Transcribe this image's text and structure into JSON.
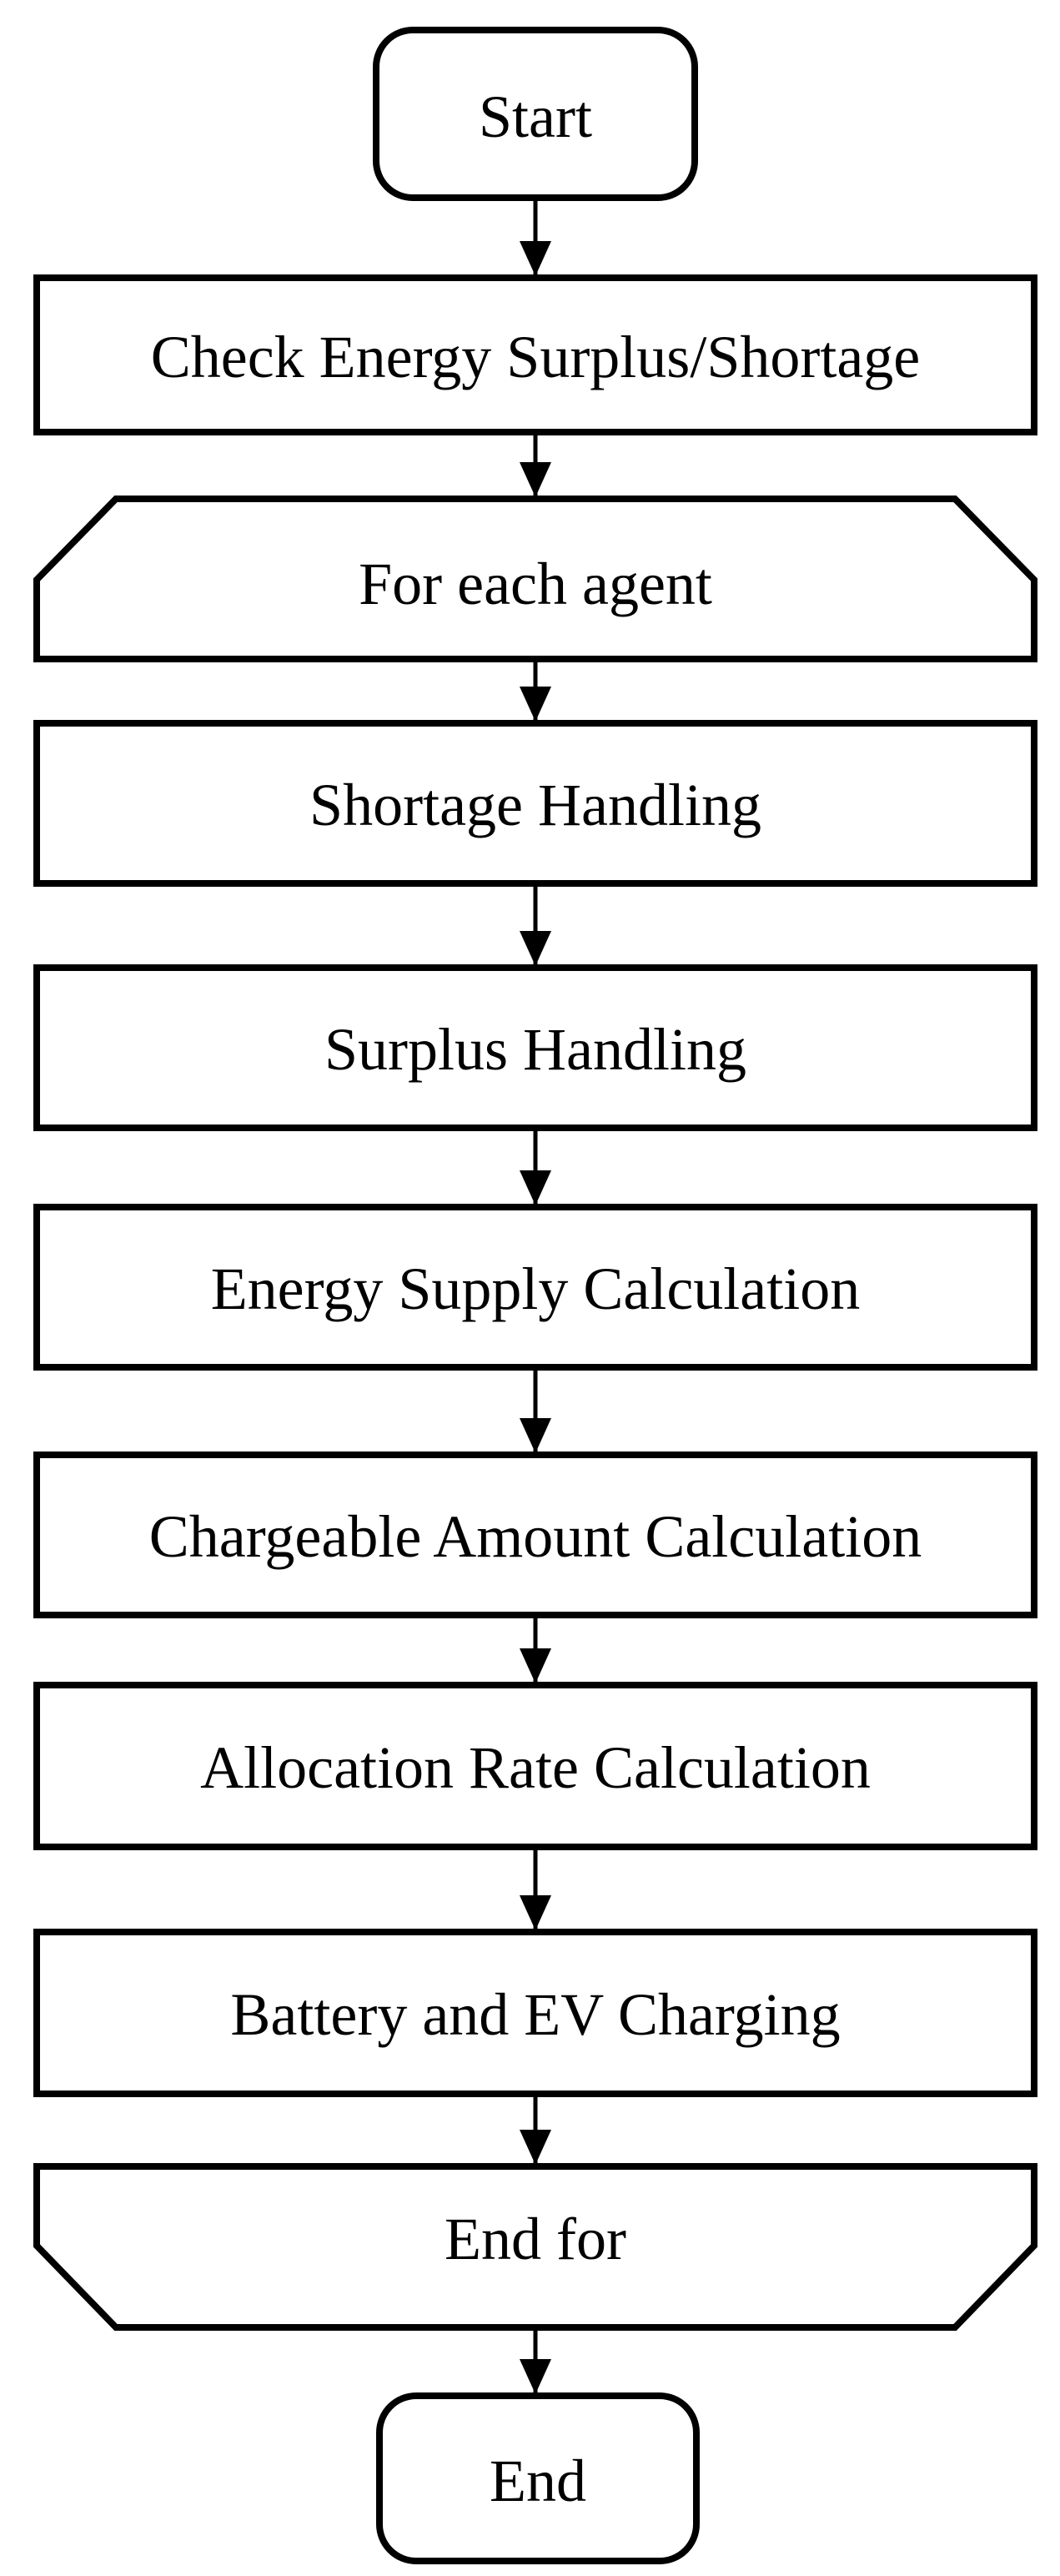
{
  "diagram": {
    "type": "flowchart",
    "orientation": "top-to-bottom",
    "colors": {
      "background": "#ffffff",
      "shape_fill": "#ffffff",
      "stroke": "#000000",
      "text": "#000000"
    },
    "nodes": [
      {
        "id": "start",
        "shape": "terminator",
        "label": "Start"
      },
      {
        "id": "check-energy",
        "shape": "process",
        "label": "Check Energy Surplus/Shortage"
      },
      {
        "id": "for-each-agent",
        "shape": "loop-start",
        "label": "For each agent"
      },
      {
        "id": "shortage-handling",
        "shape": "process",
        "label": "Shortage Handling"
      },
      {
        "id": "surplus-handling",
        "shape": "process",
        "label": "Surplus Handling"
      },
      {
        "id": "energy-supply",
        "shape": "process",
        "label": "Energy Supply Calculation"
      },
      {
        "id": "chargeable-amount",
        "shape": "process",
        "label": "Chargeable Amount Calculation"
      },
      {
        "id": "allocation-rate",
        "shape": "process",
        "label": "Allocation Rate Calculation"
      },
      {
        "id": "battery-ev-charging",
        "shape": "process",
        "label": "Battery and EV Charging"
      },
      {
        "id": "end-for",
        "shape": "loop-end",
        "label": "End for"
      },
      {
        "id": "end",
        "shape": "terminator",
        "label": "End"
      }
    ],
    "edges": [
      {
        "from": "start",
        "to": "check-energy",
        "style": "arrow"
      },
      {
        "from": "check-energy",
        "to": "for-each-agent",
        "style": "arrow"
      },
      {
        "from": "for-each-agent",
        "to": "shortage-handling",
        "style": "arrow"
      },
      {
        "from": "shortage-handling",
        "to": "surplus-handling",
        "style": "arrow"
      },
      {
        "from": "surplus-handling",
        "to": "energy-supply",
        "style": "arrow"
      },
      {
        "from": "energy-supply",
        "to": "chargeable-amount",
        "style": "arrow"
      },
      {
        "from": "chargeable-amount",
        "to": "allocation-rate",
        "style": "arrow"
      },
      {
        "from": "allocation-rate",
        "to": "battery-ev-charging",
        "style": "arrow"
      },
      {
        "from": "battery-ev-charging",
        "to": "end-for",
        "style": "arrow"
      },
      {
        "from": "end-for",
        "to": "end",
        "style": "arrow"
      }
    ]
  }
}
